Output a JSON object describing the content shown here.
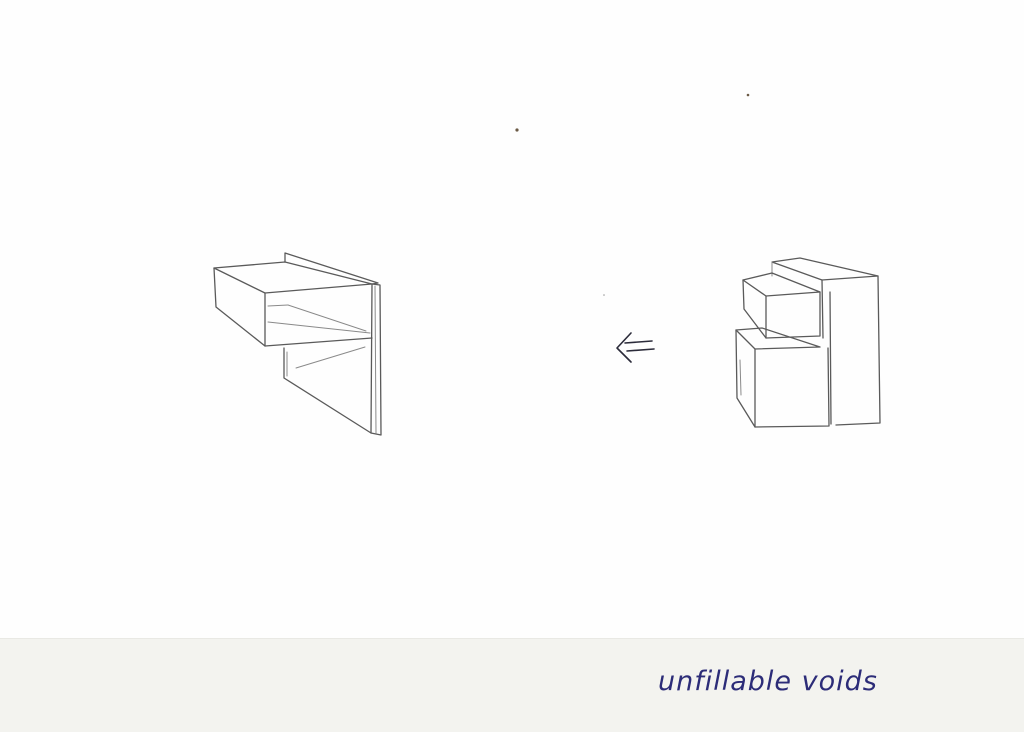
{
  "caption": {
    "text": "unfillable voids"
  },
  "figure": {
    "left_shape": "open box with void",
    "arrow_direction": "left",
    "right_shape": "stacked blocks",
    "stroke_color": "#5a5a5a",
    "caption_color": "#2c2c78"
  }
}
